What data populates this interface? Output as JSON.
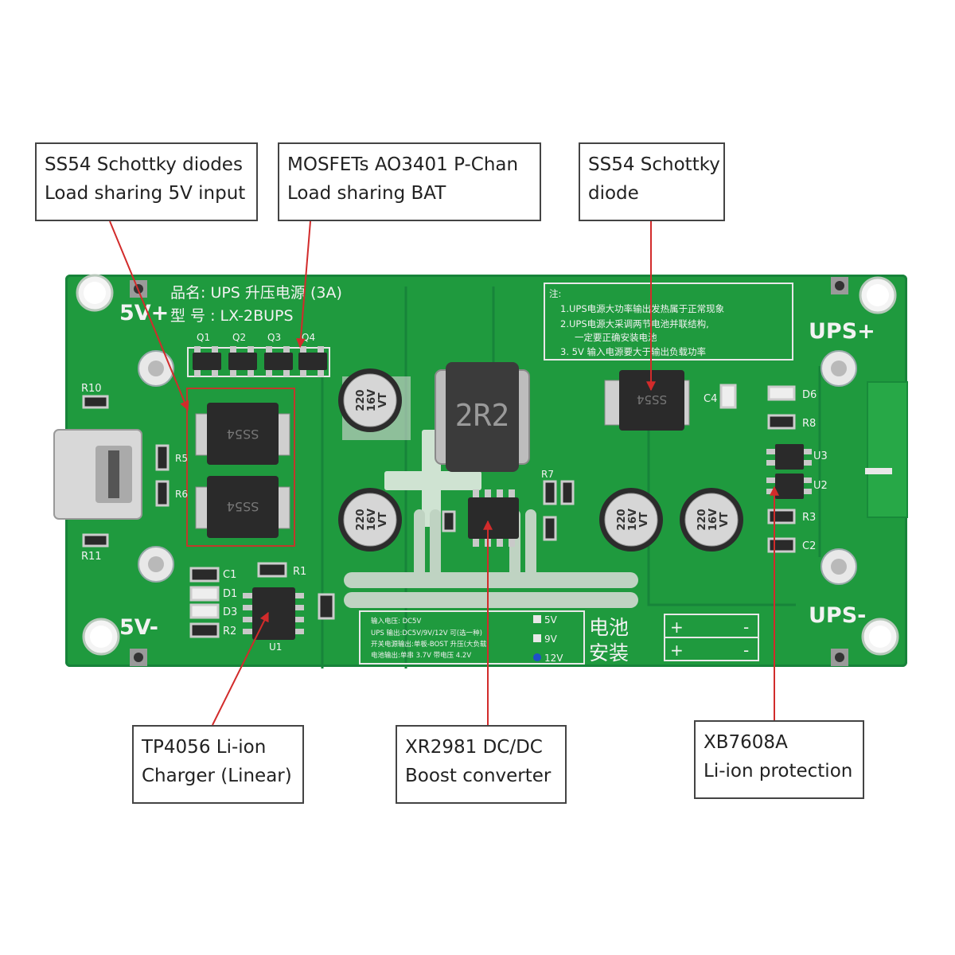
{
  "callouts": {
    "ss54_input": [
      "SS54 Schottky diodes",
      "Load sharing 5V input"
    ],
    "mosfets": [
      "MOSFETs AO3401 P-Chan",
      "Load sharing BAT"
    ],
    "ss54_diode": [
      "SS54 Schottky",
      "diode"
    ],
    "tp4056": [
      "TP4056 Li-ion",
      "Charger (Linear)"
    ],
    "xr2981": [
      "XR2981 DC/DC",
      "Boost converter"
    ],
    "xb7608a": [
      "XB7608A",
      "Li-ion protection"
    ]
  },
  "board": {
    "product_line": "品名: UPS 升压电源 (3A)",
    "model_line": "型 号 : LX-2BUPS",
    "terminals": {
      "in_plus": "5V+",
      "in_minus": "5V-",
      "out_plus": "UPS+",
      "out_minus": "UPS-"
    },
    "inductor": "2R2",
    "capacitor": [
      "220",
      "16V",
      "VT"
    ],
    "diode_marking": "SS54",
    "mosfet_labels": [
      "Q1",
      "Q2",
      "Q3",
      "Q4"
    ],
    "component_labels": {
      "r10": "R10",
      "r5": "R5",
      "r6": "R6",
      "r11": "R11",
      "c1": "C1",
      "d1": "D1",
      "d3": "D3",
      "r2": "R2",
      "r1": "R1",
      "u1": "U1",
      "r7": "R7",
      "c4": "C4",
      "d6": "D6",
      "r8": "R8",
      "u3": "U3",
      "u2": "U2",
      "r3": "R3",
      "c2": "C2"
    },
    "notes_title": "注:",
    "notes": [
      "1.UPS电源大功率输出发热属于正常现象",
      "2.UPS电源大采调两节电池并联结构,",
      "一定要正确安装电池",
      "3. 5V 输入电源要大于输出负载功率"
    ],
    "spec_lines": [
      "输入电压: DC5V",
      "UPS 输出:DC5V/9V/12V 可(选一种)",
      "开关电源输出:单板-BOST 升压(大负载)",
      "电池输出:单串 3.7V 带电压 4.2V"
    ],
    "voltage_options": [
      "5V",
      "9V",
      "12V"
    ],
    "battery_label": [
      "电池",
      "安装"
    ],
    "battery_polarity": {
      "plus": "+",
      "minus": "-"
    }
  },
  "colors": {
    "pcb": "#1f9a3e",
    "silk": "#f2f2f2",
    "leader": "#d22b2b",
    "chip": "#2a2a2a"
  }
}
